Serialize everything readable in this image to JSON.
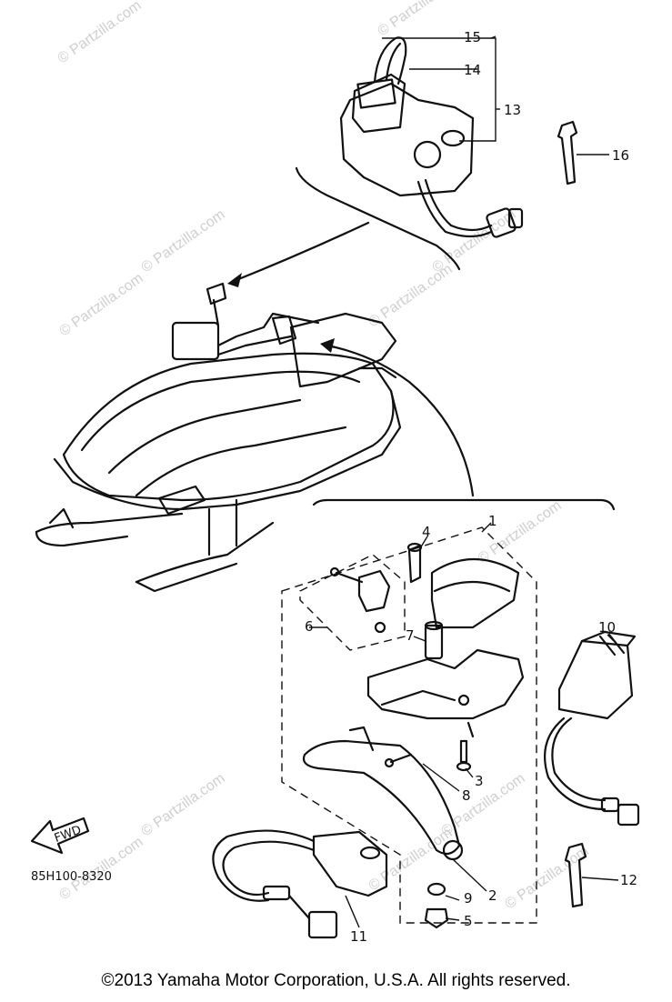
{
  "watermark": {
    "text": "© Partzilla.com"
  },
  "callouts": [
    "1",
    "2",
    "3",
    "4",
    "5",
    "6",
    "7",
    "8",
    "9",
    "10",
    "11",
    "12",
    "13",
    "14",
    "15",
    "16"
  ],
  "diagram_code": "85H100-8320",
  "fwd_label": "FWD",
  "copyright": "©2013  Yamaha Motor Corporation, U.S.A. All rights reserved."
}
